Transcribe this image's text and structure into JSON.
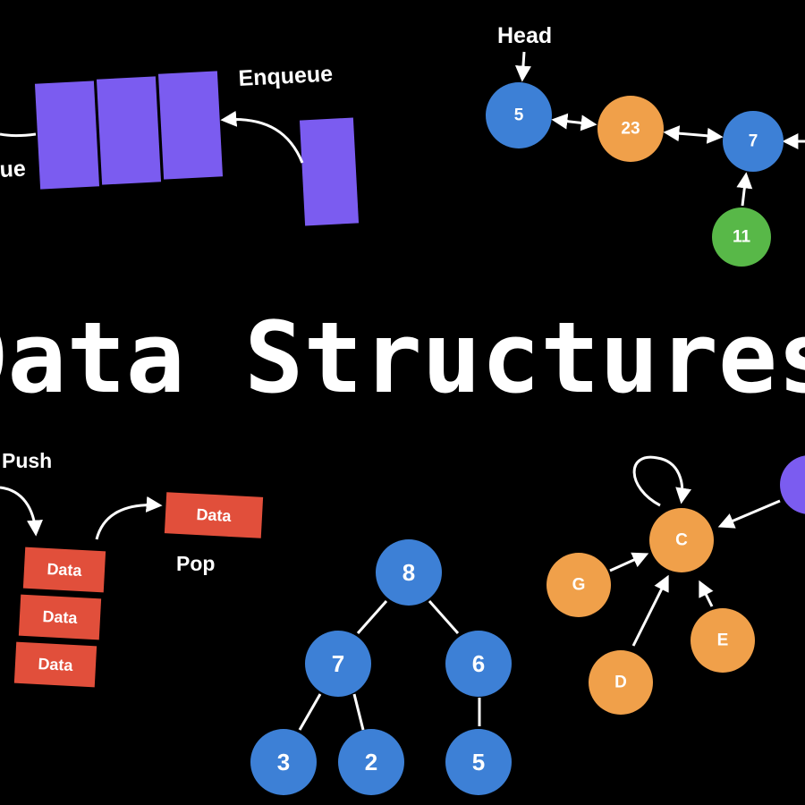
{
  "title": "Data Structures",
  "queue": {
    "enqueue_label": "Enqueue",
    "dequeue_label": "ue",
    "color": "#7b5cf0"
  },
  "linked_list": {
    "head_label": "Head",
    "nodes": [
      "5",
      "23",
      "7",
      "11"
    ],
    "colors": {
      "blue": "#3d80d6",
      "orange": "#f0a04a",
      "green": "#58b848"
    }
  },
  "stack": {
    "push_label": "Push",
    "pop_label": "Pop",
    "items": [
      "Data",
      "Data",
      "Data"
    ],
    "popped": "Data",
    "color": "#e14f3b"
  },
  "tree": {
    "nodes": [
      "8",
      "7",
      "6",
      "3",
      "2",
      "5"
    ],
    "color": "#3d80d6"
  },
  "graph": {
    "nodes": [
      "C",
      "G",
      "D",
      "E"
    ],
    "color": "#f0a04a",
    "extra_color": "#7b5cf0"
  }
}
